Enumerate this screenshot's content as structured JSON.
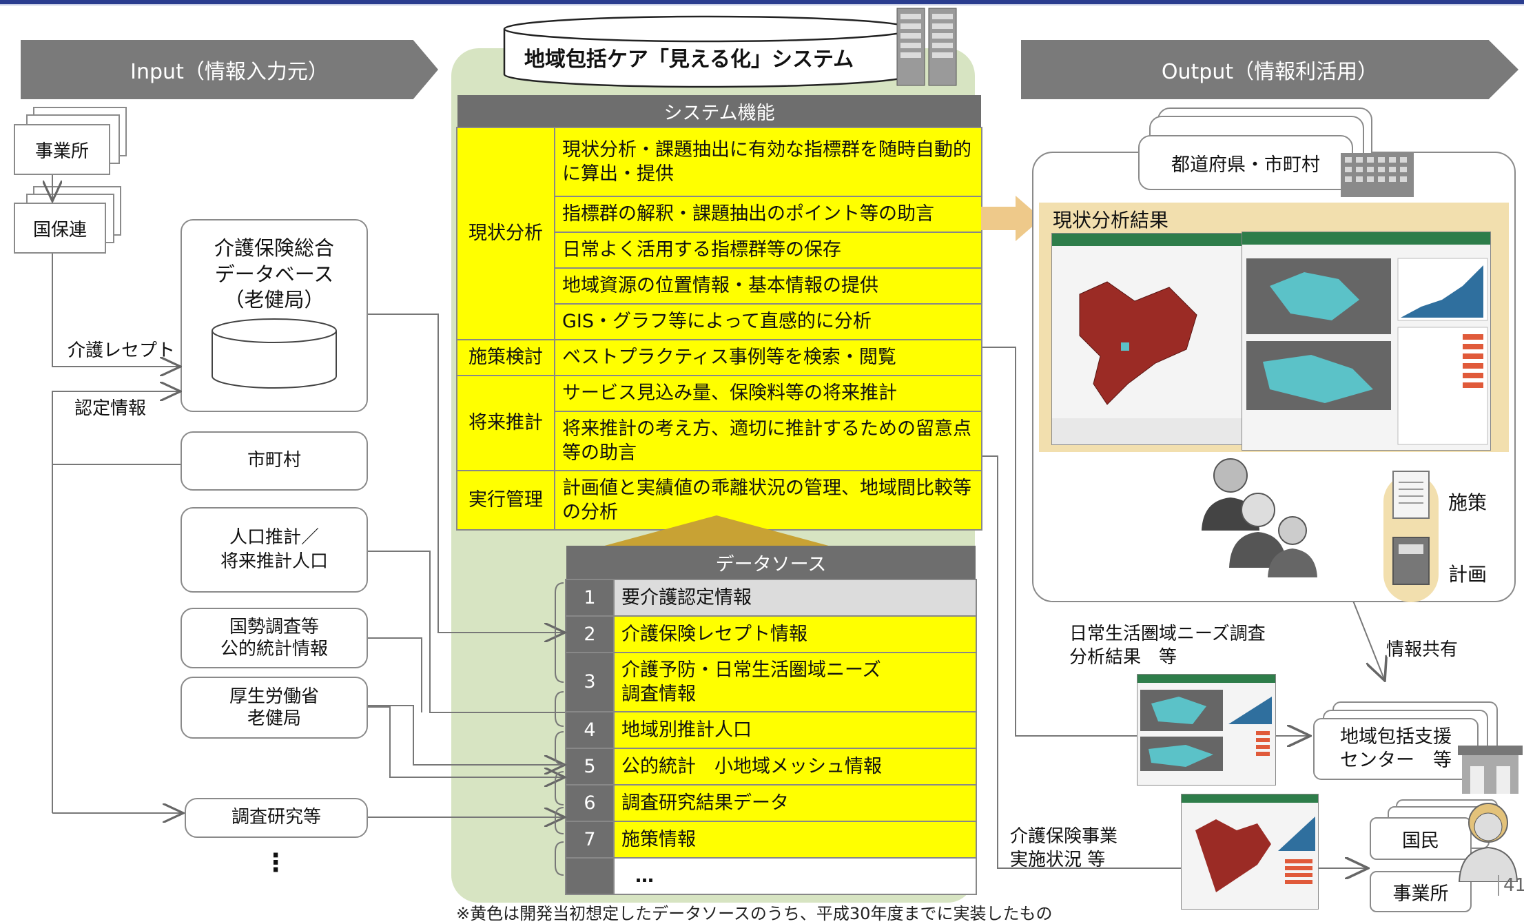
{
  "header": {
    "input": "Input（情報入力元）",
    "output": "Output（情報利活用）"
  },
  "system": {
    "title": "地域包括ケア「見える化」システム",
    "functions_header": "システム機能",
    "rows": [
      {
        "category": "現状分析",
        "items": [
          "現状分析・課題抽出に有効な指標群を随時自動的に算出・提供",
          "指標群の解釈・課題抽出のポイント等の助言",
          "日常よく活用する指標群等の保存",
          "地域資源の位置情報・基本情報の提供",
          "GIS・グラフ等によって直感的に分析"
        ]
      },
      {
        "category": "施策検討",
        "items": [
          "ベストプラクティス事例等を検索・閲覧"
        ]
      },
      {
        "category": "将来推計",
        "items": [
          "サービス見込み量、保険料等の将来推計",
          "将来推計の考え方、適切に推計するための留意点等の助言"
        ]
      },
      {
        "category": "実行管理",
        "items": [
          "計画値と実績値の乖離状況の管理、地域間比較等の分析"
        ]
      }
    ]
  },
  "datasource": {
    "header": "データソース",
    "items": [
      {
        "no": "1",
        "label": "要介護認定情報"
      },
      {
        "no": "2",
        "label": "介護保険レセプト情報"
      },
      {
        "no": "3",
        "label": "介護予防・日常生活圏域ニーズ\n調査情報"
      },
      {
        "no": "4",
        "label": "地域別推計人口"
      },
      {
        "no": "5",
        "label": "公的統計　小地域メッシュ情報"
      },
      {
        "no": "6",
        "label": "調査研究結果データ"
      },
      {
        "no": "7",
        "label": "施策情報"
      },
      {
        "no": "",
        "label": "…"
      }
    ]
  },
  "input": {
    "jigyousho": "事業所",
    "kokuhoren": "国保連",
    "db": "介護保険総合\nデータベース\n（老健局）",
    "kaigo_receipt": "介護レセプト",
    "nintei": "認定情報",
    "shichoson": "市町村",
    "jinko": "人口推計／\n将来推計人口",
    "kokusei": "国勢調査等\n公的統計情報",
    "mhlw": "厚生労働省\n老健局",
    "chosa": "調査研究等",
    "more": "⋮"
  },
  "output": {
    "pref": "都道府県・市町村",
    "result_title": "現状分析結果",
    "shisaku": "施策",
    "keikaku": "計画",
    "needs": "日常生活圏域ニーズ調査\n分析結果　等",
    "kyoyu": "情報共有",
    "center": "地域包括支援\nセンター　等",
    "kaigo_jisshi": "介護保険事業\n実施状況 等",
    "kokumin": "国民",
    "jigyousho": "事業所"
  },
  "footnote": "※黄色は開発当初想定したデータソースのうち、平成30年度までに実装したもの",
  "page_number": "41",
  "colors": {
    "header_gray": "#7a7a7a",
    "yellow": "#ffff00",
    "green_bg": "#d7e4c2",
    "panel": "#f2dfae",
    "navy": "#2a3d8f"
  }
}
